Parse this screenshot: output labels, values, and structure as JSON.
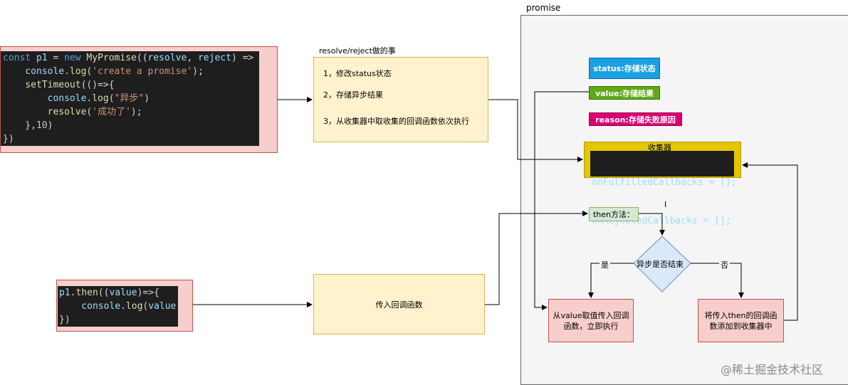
{
  "promise_panel": {
    "title": "promise"
  },
  "code_promise": {
    "lines": [
      [
        [
          "const ",
          "k"
        ],
        [
          "p1",
          "v"
        ],
        [
          " = ",
          "p"
        ],
        [
          "new ",
          "k"
        ],
        [
          "MyPromise",
          "f"
        ],
        [
          "((",
          "p"
        ],
        [
          "resolve",
          "v"
        ],
        [
          ", ",
          "p"
        ],
        [
          "reject",
          "v"
        ],
        [
          ") => {",
          "p"
        ]
      ],
      [
        [
          "    console",
          "v"
        ],
        [
          ".",
          "p"
        ],
        [
          "log",
          "f"
        ],
        [
          "(",
          "p"
        ],
        [
          "'create a promise'",
          "s"
        ],
        [
          ");",
          "p"
        ]
      ],
      [
        [
          "    ",
          "p"
        ],
        [
          "setTimeout",
          "f"
        ],
        [
          "(()=>{",
          "p"
        ]
      ],
      [
        [
          "        console",
          "v"
        ],
        [
          ".",
          "p"
        ],
        [
          "log",
          "f"
        ],
        [
          "(",
          "p"
        ],
        [
          "\"异步\"",
          "s"
        ],
        [
          ")",
          "p"
        ]
      ],
      [
        [
          "        ",
          "p"
        ],
        [
          "resolve",
          "f"
        ],
        [
          "(",
          "p"
        ],
        [
          "'成功了'",
          "s"
        ],
        [
          ");",
          "p"
        ]
      ],
      [
        [
          "    },",
          "p"
        ],
        [
          "10",
          "n"
        ],
        [
          ")",
          "p"
        ]
      ],
      [
        [
          "})",
          "p"
        ]
      ]
    ]
  },
  "code_then": {
    "lines": [
      [
        [
          "p1",
          "v"
        ],
        [
          ".",
          "p"
        ],
        [
          "then",
          "f"
        ],
        [
          "((",
          "p"
        ],
        [
          "value",
          "v"
        ],
        [
          ")=>{",
          "p"
        ]
      ],
      [
        [
          "    console",
          "v"
        ],
        [
          ".",
          "p"
        ],
        [
          "log",
          "f"
        ],
        [
          "(",
          "p"
        ],
        [
          "value",
          "v"
        ],
        [
          ")",
          "p"
        ]
      ],
      [
        [
          "})",
          "p"
        ]
      ]
    ]
  },
  "resolve_box": {
    "title": "resolve/reject做的事",
    "items": [
      "1，修改status状态",
      "2，存储异步结果",
      "3，从收集器中取收集的回调函数依次执行"
    ]
  },
  "pass_callback_box": {
    "text": "传入回调函数"
  },
  "tags": {
    "status": "status:存储状态",
    "value": "value:存储结果",
    "reason": "reason:存储失败原因"
  },
  "collector": {
    "title": "收集器",
    "line1": "onFulfilledCallbacks = [];",
    "line2": "onRejectedCallbacks = [];"
  },
  "then_method": "then方法：",
  "cursor_mark": "I",
  "decision": {
    "text": "异步是否结束",
    "yes": "是",
    "no": "否"
  },
  "yes_box": "从value取值传入回调函数，立即执行",
  "no_box": "将传入then的回调函数添加到收集器中",
  "watermark": "@稀土掘金技术社区",
  "colors": {
    "code_bg": "#1e1e1e",
    "pink_fill": "#f8cecc",
    "yellow_fill": "#fff2cc",
    "status_tag": "#1ba1e2",
    "value_tag": "#60a917",
    "reason_tag": "#d80073",
    "collector_fill": "#e3c800",
    "then_fill": "#d5e8d4",
    "decision_fill": "#dae8fc",
    "panel_fill": "#f5f5f5"
  }
}
